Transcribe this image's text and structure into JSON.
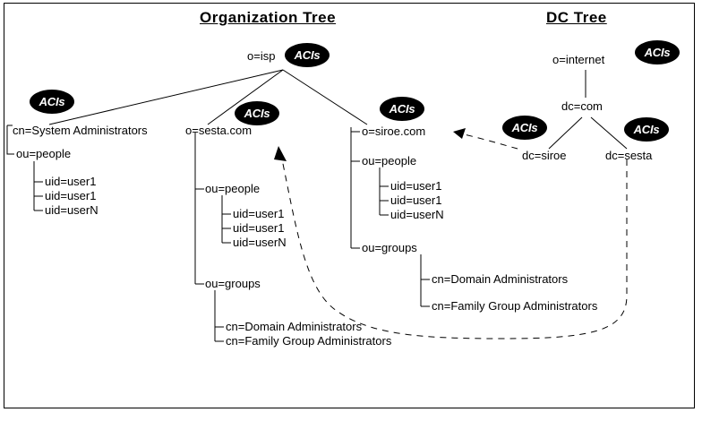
{
  "diagram": {
    "type": "tree-diagram",
    "background": "#ffffff",
    "border_color": "#000000",
    "aci_badge_label": "ACIs",
    "aci_badge_fill": "#000000",
    "aci_badge_text_color": "#ffffff"
  },
  "titles": {
    "organization_tree": "Organization  Tree",
    "dc_tree": "DC  Tree"
  },
  "org_tree": {
    "root": "o=isp",
    "branches": [
      {
        "name": "cn=System Administrators",
        "children": [
          {
            "name": "ou=people",
            "children": [
              "uid=user1",
              "uid=user1",
              "uid=userN"
            ]
          }
        ]
      },
      {
        "name": "o=sesta.com",
        "children": [
          {
            "name": "ou=people",
            "children": [
              "uid=user1",
              "uid=user1",
              "uid=userN"
            ]
          },
          {
            "name": "ou=groups",
            "children": [
              "cn=Domain Administrators",
              "cn=Family Group Administrators"
            ]
          }
        ]
      },
      {
        "name": "o=siroe.com",
        "children": [
          {
            "name": "ou=people",
            "children": [
              "uid=user1",
              "uid=user1",
              "uid=userN"
            ]
          },
          {
            "name": "ou=groups",
            "children": [
              "cn=Domain Administrators",
              "cn=Family Group Administrators"
            ]
          }
        ]
      }
    ]
  },
  "dc_tree": {
    "root": "o=internet",
    "level2": "dc=com",
    "leaves": [
      "dc=siroe",
      "dc=sesta"
    ]
  },
  "labels": {
    "o_isp": "o=isp",
    "cn_system_administrators": "cn=System Administrators",
    "org_sysadmin_people": "ou=people",
    "org_sysadmin_user_1": "uid=user1",
    "org_sysadmin_user_2": "uid=user1",
    "org_sysadmin_user_n": "uid=userN",
    "o_sesta_com": "o=sesta.com",
    "sesta_people": "ou=people",
    "sesta_user_1": "uid=user1",
    "sesta_user_2": "uid=user1",
    "sesta_user_n": "uid=userN",
    "sesta_groups": "ou=groups",
    "sesta_domain_admins": "cn=Domain Administrators",
    "sesta_family_admins": "cn=Family Group Administrators",
    "o_siroe_com": "o=siroe.com",
    "siroe_people": "ou=people",
    "siroe_user_1": "uid=user1",
    "siroe_user_2": "uid=user1",
    "siroe_user_n": "uid=userN",
    "siroe_groups": "ou=groups",
    "siroe_domain_admins": "cn=Domain Administrators",
    "siroe_family_admins": "cn=Family Group Administrators",
    "o_internet": "o=internet",
    "dc_com": "dc=com",
    "dc_siroe": "dc=siroe",
    "dc_sesta": "dc=sesta",
    "aci": "ACIs"
  }
}
